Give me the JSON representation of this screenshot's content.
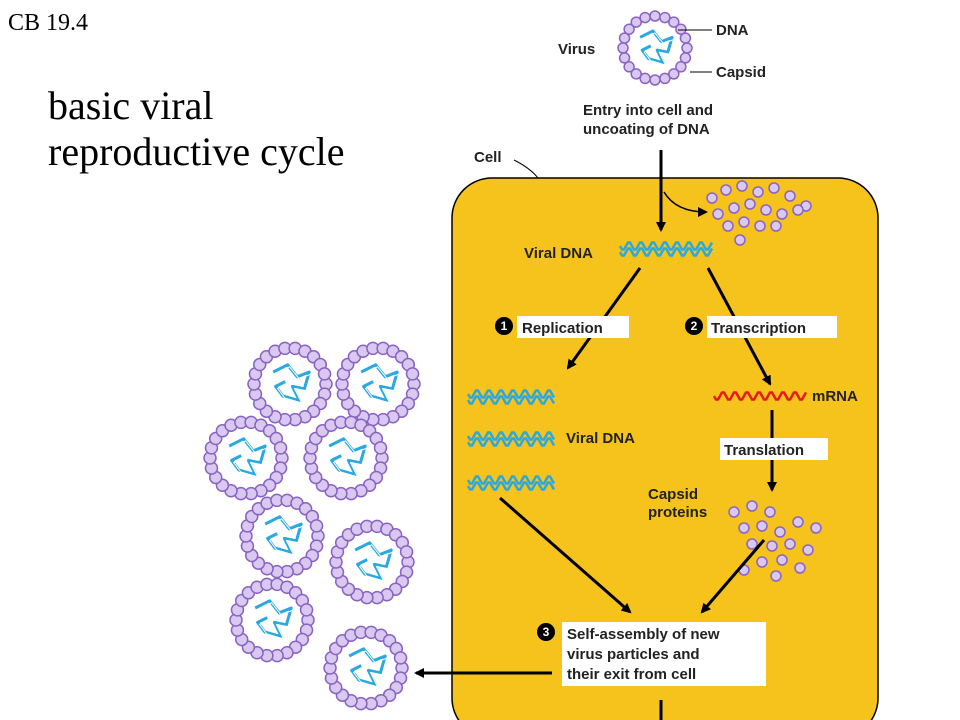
{
  "header": {
    "code": "CB 19.4",
    "title_line1": "basic viral",
    "title_line2": "reproductive cycle"
  },
  "labels": {
    "virus": "Virus",
    "dna": "DNA",
    "capsid": "Capsid",
    "entry_line1": "Entry into cell and",
    "entry_line2": "uncoating of DNA",
    "cell": "Cell",
    "viral_dna_top": "Viral DNA",
    "viral_dna_mid": "Viral DNA",
    "mrna": "mRNA",
    "translation": "Translation",
    "capsid_proteins_line1": "Capsid",
    "capsid_proteins_line2": "proteins"
  },
  "steps": [
    {
      "num": "1",
      "label": "Replication"
    },
    {
      "num": "2",
      "label": "Transcription"
    },
    {
      "num": "3",
      "label_line1": "Self-assembly of new",
      "label_line2": "virus particles and",
      "label_line3": "their exit from cell"
    }
  ],
  "colors": {
    "cell_fill": "#F6C21C",
    "dna": "#29A9E0",
    "mrna": "#E51A1A",
    "capsomere_fill": "#D9C8F0",
    "capsomere_stroke": "#8A63C2"
  }
}
